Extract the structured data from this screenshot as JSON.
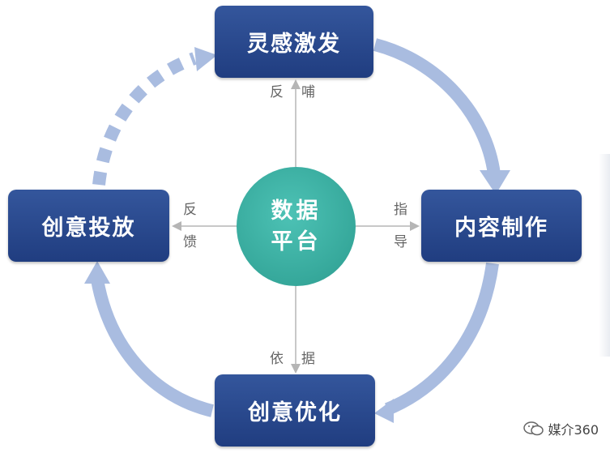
{
  "nodes": {
    "top": "灵感激发",
    "right": "内容制作",
    "left": "创意投放",
    "bottom": "创意优化"
  },
  "hub": {
    "line1": "数据",
    "line2": "平台"
  },
  "links": {
    "top": [
      "反",
      "哺"
    ],
    "right": [
      "指",
      "导"
    ],
    "left": [
      "反",
      "馈"
    ],
    "bottom": [
      "依",
      "据"
    ]
  },
  "watermark": "媒介360",
  "colors": {
    "node": "#2a4a8e",
    "hub": "#3bb0a3",
    "cycle_arrow": "#a9bce0",
    "connector": "#b5b5b5"
  }
}
